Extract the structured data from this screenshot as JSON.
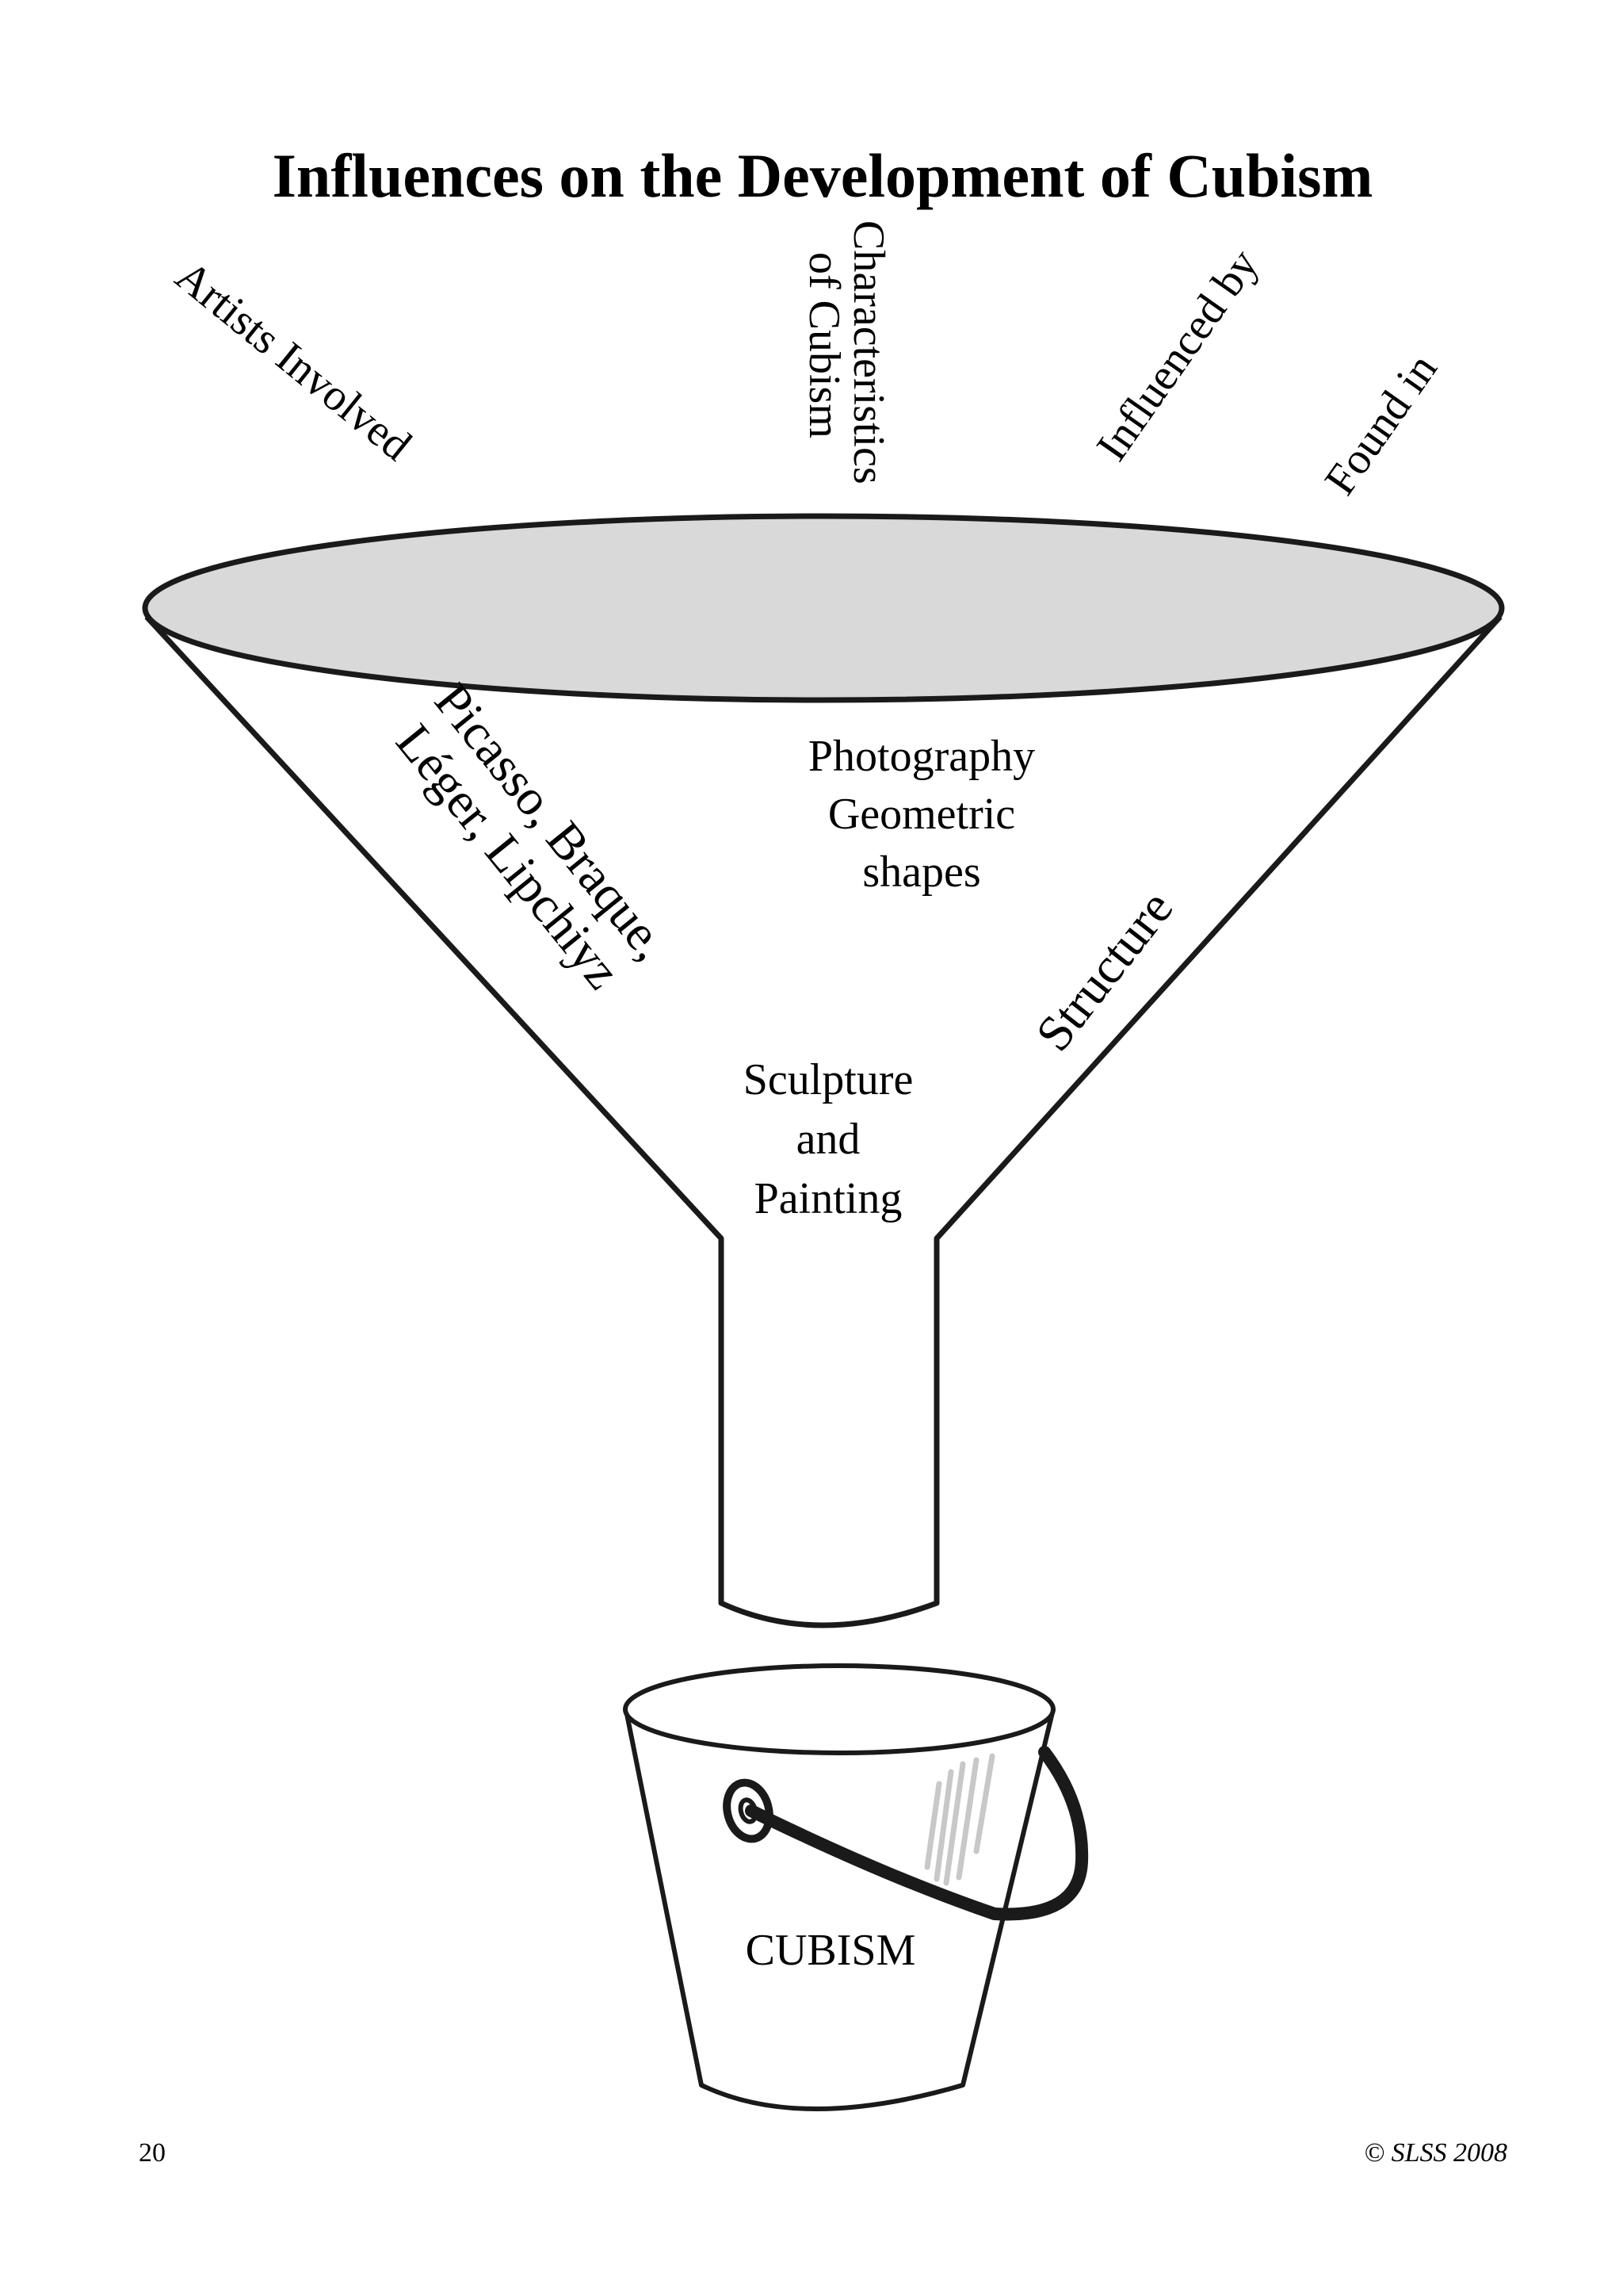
{
  "title": "Influences on the Development of Cubism",
  "categories": {
    "artists": "Artists Involved",
    "characteristics_line1": "Characteristics",
    "characteristics_line2": "of Cubism",
    "influenced_by": "Influenced by",
    "found_in": "Found in"
  },
  "funnel_contents": {
    "artists_line1": "Picasso, Braque,",
    "artists_line2": "Léger, Lipchiyz",
    "influences_line1": "Photography",
    "influences_line2": "Geometric",
    "influences_line3": "shapes",
    "characteristics": "Structure",
    "found_line1": "Sculpture",
    "found_line2": "and",
    "found_line3": "Painting"
  },
  "bucket_label": "CUBISM",
  "footer": {
    "page_number": "20",
    "copyright": "© SLSS 2008"
  },
  "colors": {
    "funnel_rim_fill": "#d9d9d9",
    "stroke": "#1a1a1a",
    "bucket_shine": "#c8c8c8"
  }
}
